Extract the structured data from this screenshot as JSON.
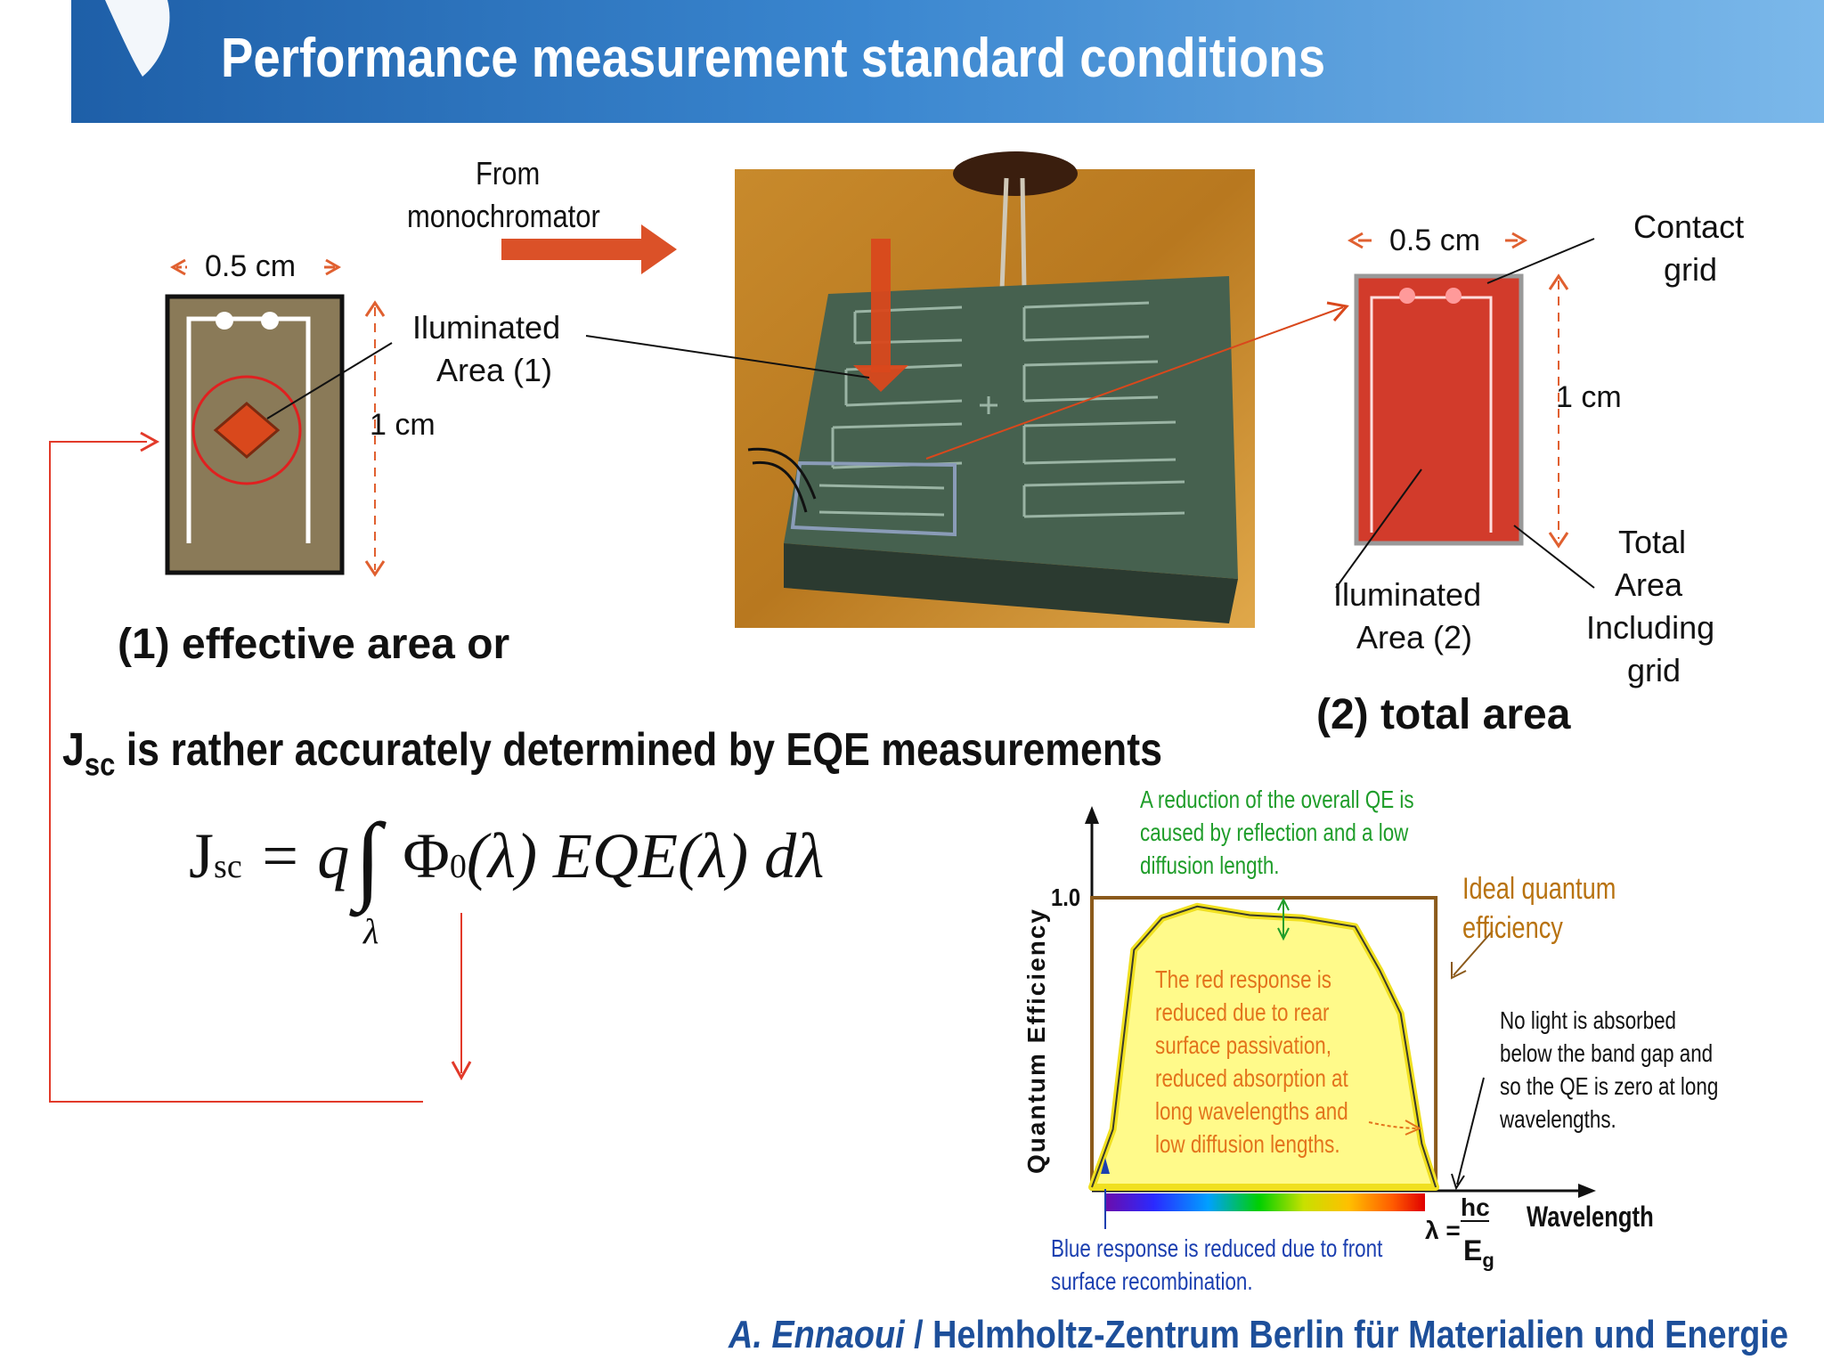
{
  "slide": {
    "title": "Performance measurement standard conditions",
    "left_cell": {
      "width_label": "0.5 cm",
      "height_label": "1 cm",
      "illuminated_label_line1": "Iluminated",
      "illuminated_label_line2": "Area (1)",
      "caption": "(1) effective area or"
    },
    "photo": {
      "source_label_line1": "From",
      "source_label_line2": "monochromator"
    },
    "right_cell": {
      "width_label": "0.5 cm",
      "height_label": "1 cm",
      "contact_grid_line1": "Contact",
      "contact_grid_line2": "grid",
      "illuminated_label_line1": "Iluminated",
      "illuminated_label_line2": "Area (2)",
      "total_area_line1": "Total",
      "total_area_line2": "Area",
      "total_area_line3": "Including",
      "total_area_line4": "grid",
      "caption": "(2) total area"
    },
    "jsc_statement": {
      "symbol": "J",
      "subscript": "sc",
      "text": " is rather accurately determined by EQE measurements"
    },
    "equation": {
      "lhs": "J",
      "lhs_sub": "sc",
      "rhs_prefix": " = q",
      "integral": "∫",
      "phi": "Φ",
      "phi_sub": "0",
      "rhs_body": "(λ) EQE(λ) dλ",
      "limit": "λ"
    },
    "footer": {
      "author": "A. Ennaoui",
      "separator": " / ",
      "institution": "Helmholtz-Zentrum Berlin für Materialien und Energie"
    },
    "colors": {
      "header_start": "#1e5fa8",
      "header_end": "#7bb8ea",
      "cell_red": "#d23b2b",
      "arrow_orange": "#d9481c",
      "qe_yellow": "#fffa8a",
      "ideal_brown": "#8b5a1b",
      "annotation_green": "#1f9d2a",
      "annotation_orange": "#e3731c",
      "annotation_blue": "#1b3fb0",
      "footer_blue": "#1d4f9a"
    }
  },
  "chart_data": {
    "type": "area",
    "ylabel": "Quantum Efficiency",
    "xlabel": "Wavelength",
    "y_tick_labels": [
      "1.0"
    ],
    "cutoff_label_lhs": "λ =",
    "cutoff_label_num": "hc",
    "cutoff_label_den": "E",
    "cutoff_label_den_sub": "g",
    "series": [
      {
        "name": "Ideal quantum efficiency",
        "description_line1": "Ideal quantum",
        "description_line2": "efficiency",
        "x": [
          0,
          0,
          0.98,
          0.98
        ],
        "y": [
          0,
          1.0,
          1.0,
          0
        ]
      },
      {
        "x": [
          0,
          0.06,
          0.12,
          0.2,
          0.3,
          0.45,
          0.6,
          0.75,
          0.82,
          0.88,
          0.94,
          0.98
        ],
        "y": [
          0,
          0.2,
          0.82,
          0.93,
          0.97,
          0.94,
          0.93,
          0.9,
          0.75,
          0.6,
          0.15,
          0
        ]
      }
    ],
    "annotations": {
      "top_line1": "A reduction of the overall QE is",
      "top_line2": "caused by reflection and a low",
      "top_line3": "diffusion length.",
      "red_line1": "The red response is",
      "red_line2": "reduced due to rear",
      "red_line3": "surface passivation,",
      "red_line4": "reduced absorption at",
      "red_line5": "long wavelengths and",
      "red_line6": "low diffusion lengths.",
      "right_line1": "No light  is absorbed",
      "right_line2": "below the band gap and",
      "right_line3": "so the QE is zero at  long",
      "right_line4": "wavelengths.",
      "blue_line1": "Blue response is reduced due to front",
      "blue_line2": "surface recombination."
    }
  }
}
